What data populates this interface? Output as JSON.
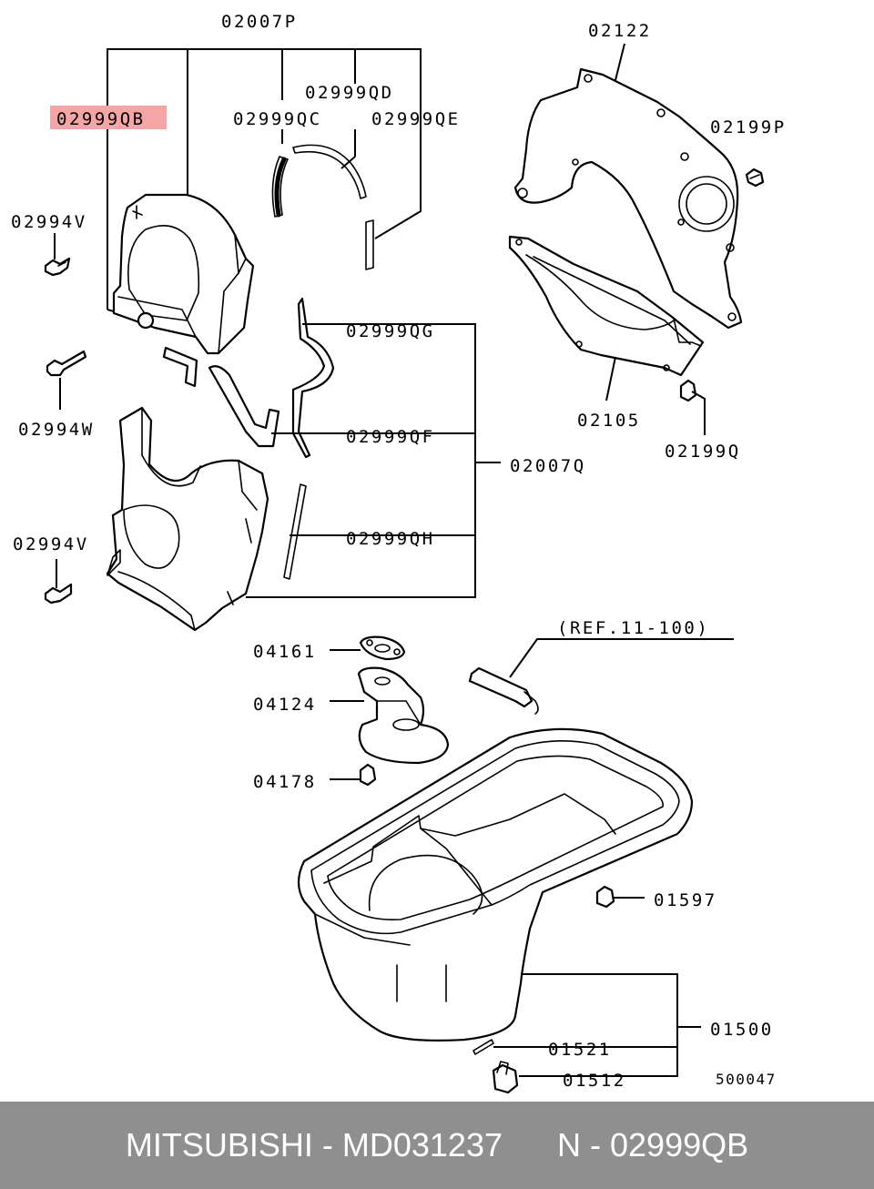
{
  "diagram": {
    "highlight_color": "#f4a6a6",
    "labels": {
      "p02007P": "02007P",
      "p02999QD": "02999QD",
      "p02999QB": "02999QB",
      "p02999QC": "02999QC",
      "p02999QE": "02999QE",
      "p02994V_top": "02994V",
      "p02994W": "02994W",
      "p02994V_bottom": "02994V",
      "p02999QG": "02999QG",
      "p02999QF": "02999QF",
      "p02007Q": "02007Q",
      "p02999QH": "02999QH",
      "p02122": "02122",
      "p02199P": "02199P",
      "p02105": "02105",
      "p02199Q": "02199Q",
      "ref": "(REF.11-100)",
      "p04161": "04161",
      "p04124": "04124",
      "p04178": "04178",
      "p01597": "01597",
      "p01500": "01500",
      "p01521": "01521",
      "p01512": "01512",
      "code": "500047"
    }
  },
  "footer": {
    "background": "#8f8f8f",
    "text": "MITSUBISHI - MD031237      N - 02999QB"
  }
}
